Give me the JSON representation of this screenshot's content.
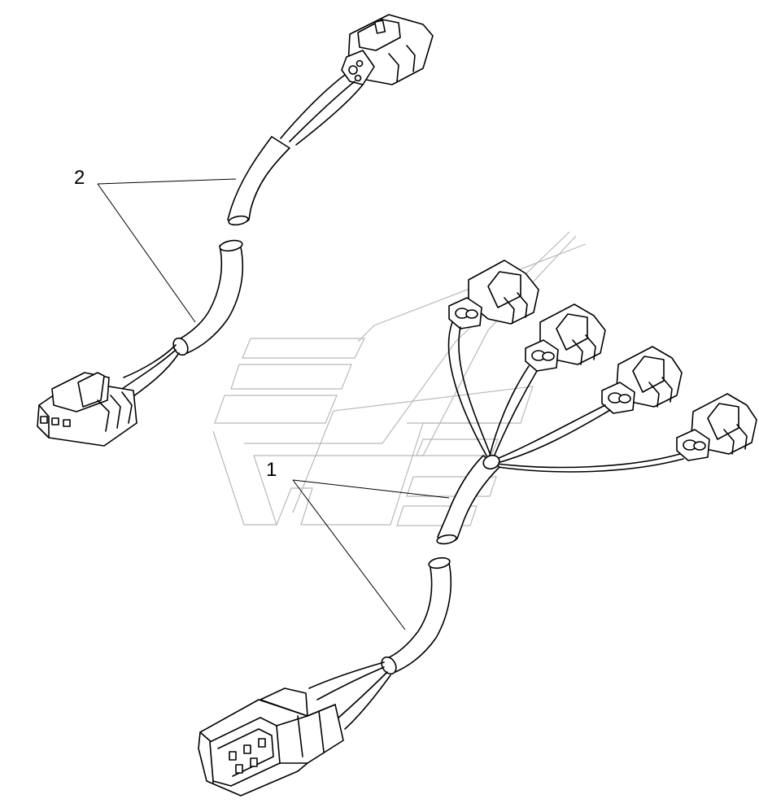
{
  "diagram": {
    "callouts": [
      {
        "id": "1",
        "label": "1"
      },
      {
        "id": "2",
        "label": "2"
      }
    ],
    "colors": {
      "line": "#000000",
      "watermark": "#b9b9b9",
      "background": "#ffffff"
    }
  }
}
